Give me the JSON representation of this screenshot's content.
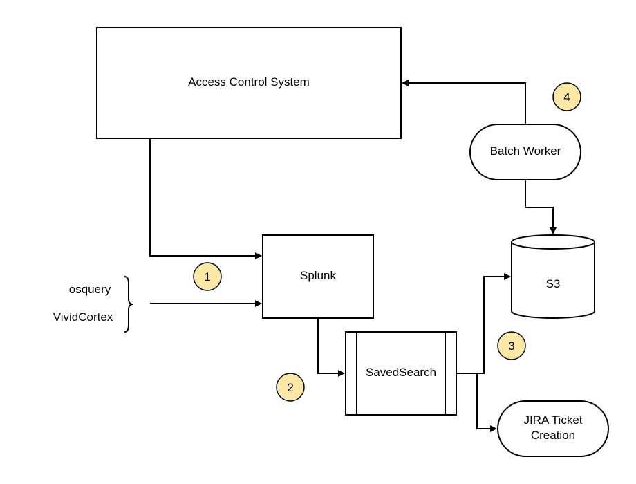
{
  "nodes": {
    "access_control": "Access Control System",
    "batch_worker": "Batch Worker",
    "splunk": "Splunk",
    "s3": "S3",
    "saved_search": "SavedSearch",
    "jira_line1": "JIRA Ticket",
    "jira_line2": "Creation"
  },
  "sources": [
    "osquery",
    "VividCortex"
  ],
  "steps": [
    "1",
    "2",
    "3",
    "4"
  ],
  "colors": {
    "badge_fill": "#fbe8a6",
    "stroke": "#000000"
  }
}
